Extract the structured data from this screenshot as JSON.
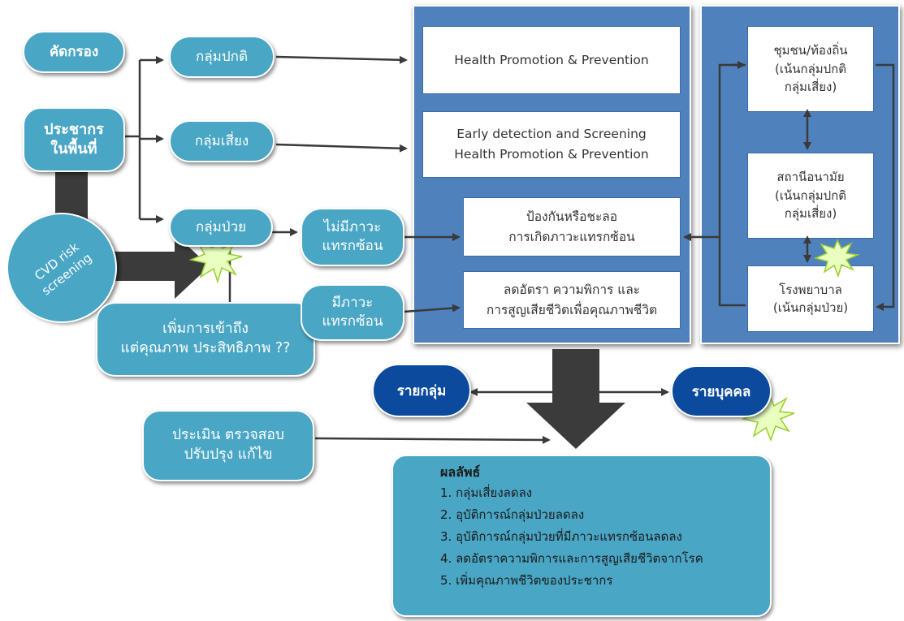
{
  "left": {
    "screen_label": "คัดกรอง",
    "population_label": "ประชากร\nในพื้นที่",
    "cvd_label": "CVD risk\nscreening",
    "access_label": "เพิ่มการเข้าถึง\nแต่คุณภาพ ประสิทธิภาพ ??",
    "evaluate_label": "ประเมิน ตรวจสอบ\nปรับปรุง แก้ไข"
  },
  "groups": {
    "normal": "กลุ่มปกติ",
    "risk": "กลุ่มเสี่ยง",
    "sick": "กลุ่มป่วย",
    "no_complication": "ไม่มีภาวะ\nแทรกซ้อน",
    "complication": "มีภาวะ\nแทรกซ้อน"
  },
  "interventions": {
    "promotion": "Health Promotion & Prevention",
    "screening": "Early detection and Screening\nHealth Promotion & Prevention",
    "prevent": "ป้องกันหรือชะลอ\nการเกิดภาวะแทรกซ้อน",
    "reduce": "ลดอัตรา ความพิการ และ\nการสูญเสียชีวิตเพื่อคุณภาพชีวิต"
  },
  "settings": {
    "community": "ชุมชน/ท้องถิ่น\n(เน้นกลุ่มปกติ\nกลุ่มเสี่ยง)",
    "health_station": "สถานีอนามัย\n(เน้นกลุ่มปกติ\nกลุ่มเสี่ยง)",
    "hospital": "โรงพยาบาล\n(เน้นกลุ่มป่วย)"
  },
  "levels": {
    "group": "รายกลุ่ม",
    "individual": "รายบุคคล"
  },
  "outcomes": {
    "title": "ผลลัพธ์",
    "items": [
      "1. กลุ่มเสี่ยงลดลง",
      "2. อุบัติการณ์กลุ่มป่วยลดลง",
      "3. อุบัติการณ์กลุ่มป่วยที่มีภาวะแทรกซ้อนลดลง",
      "4. ลดอัตราความพิการและการสูญเสียชีวิตจากโรค",
      "5. เพิ่มคุณภาพชีวิตของประชากร"
    ]
  },
  "colors": {
    "teal": "#4aa6c5",
    "panel_blue": "#4f81bd",
    "navy": "#0b4a9c",
    "dark_arrow": "#3a3a3a",
    "starburst": "#e9ffc0"
  }
}
